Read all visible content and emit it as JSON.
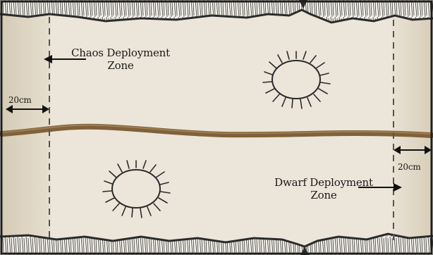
{
  "map": {
    "zones": [
      {
        "line1": "Chaos Deployment",
        "line2": "Zone"
      },
      {
        "line1": "Dwarf Deployment",
        "line2": "Zone"
      }
    ],
    "distances": [
      {
        "label": "20cm"
      },
      {
        "label": "20cm"
      }
    ],
    "features": [
      {
        "type": "crater"
      },
      {
        "type": "crater"
      }
    ],
    "terrain": {
      "river": "river-stream",
      "edges": [
        "rocky-edge-top",
        "rocky-edge-bottom"
      ]
    },
    "colors": {
      "parchment": "#ece6da",
      "parchment_dark": "#dcd3c1",
      "border": "#1e1e1e",
      "river": "#80613a",
      "rock": "#2b2b2b",
      "ink": "#1a1a1a"
    }
  }
}
